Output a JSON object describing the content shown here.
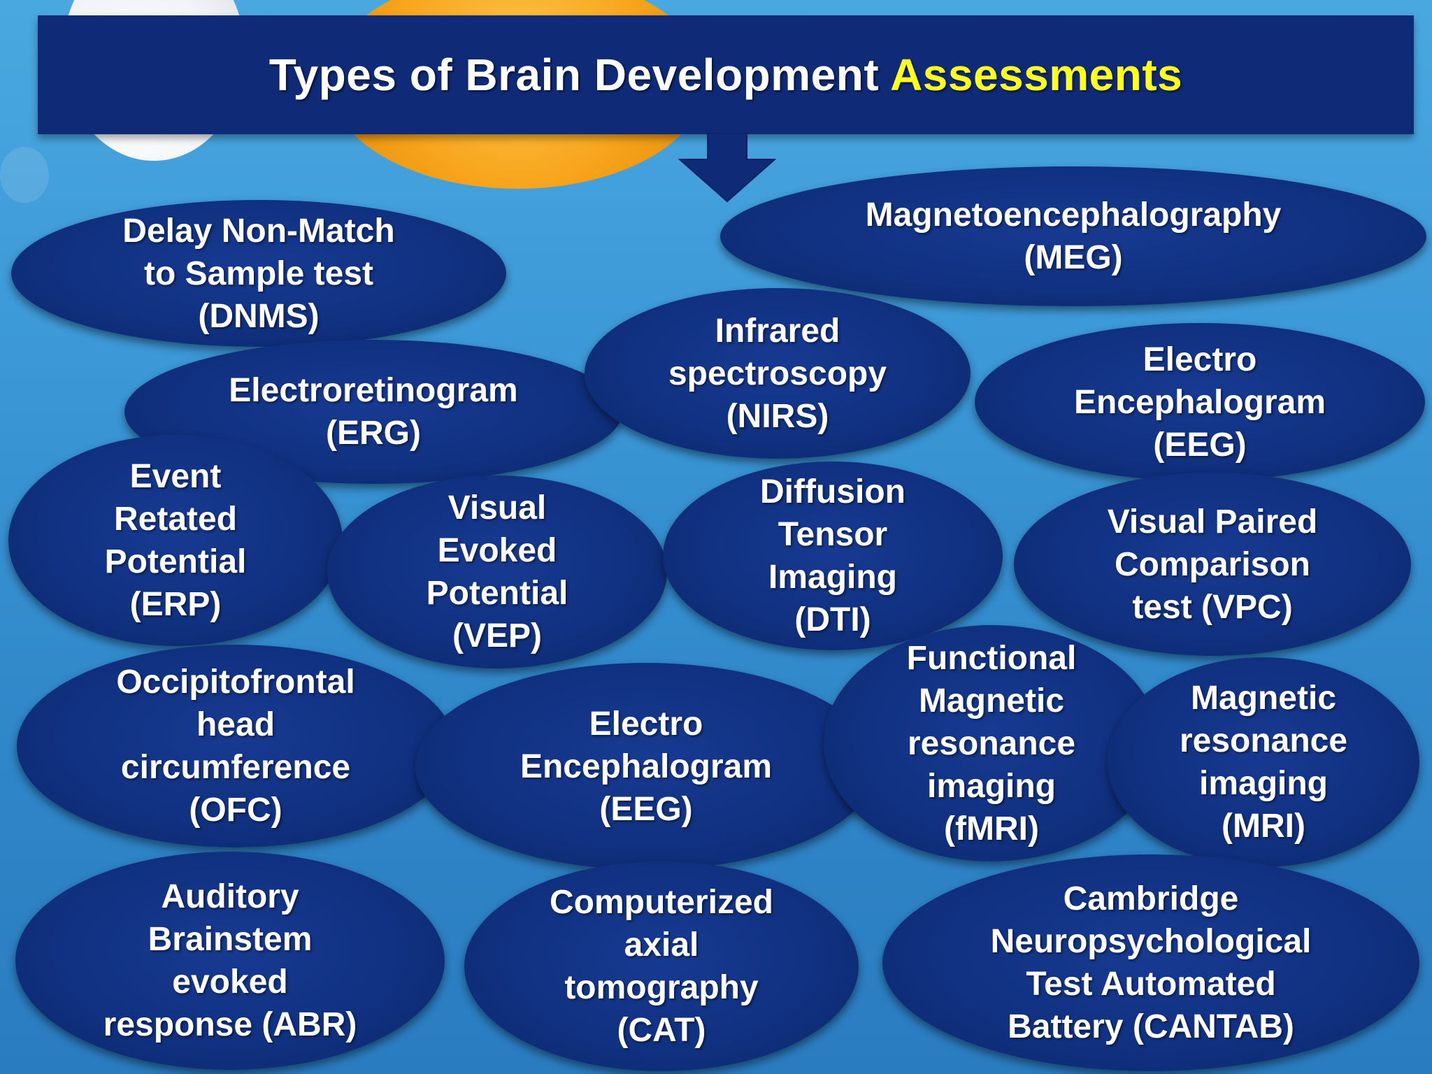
{
  "title": {
    "main": "Types of Brain Development",
    "accent": "Assessments"
  },
  "colors": {
    "background": "#3b97d6",
    "oval": "#10307f",
    "title_bar": "#0f2b78",
    "accent_text": "#ffff20",
    "text": "#ffffff"
  },
  "assessments": [
    {
      "id": "dnms",
      "label": "Delay Non-Match\nto Sample test\n(DNMS)"
    },
    {
      "id": "meg",
      "label": "Magnetoencephalography\n(MEG)"
    },
    {
      "id": "erg",
      "label": "Electroretinogram\n(ERG)"
    },
    {
      "id": "nirs",
      "label": "Infrared\nspectroscopy\n(NIRS)"
    },
    {
      "id": "eeg-1",
      "label": "Electro\nEncephalogram\n(EEG)"
    },
    {
      "id": "erp",
      "label": "Event\nRetated\nPotential\n(ERP)"
    },
    {
      "id": "vep",
      "label": "Visual\nEvoked\nPotential\n(VEP)"
    },
    {
      "id": "dti",
      "label": "Diffusion\nTensor\nImaging\n(DTI)"
    },
    {
      "id": "vpc",
      "label": "Visual Paired\nComparison\ntest (VPC)"
    },
    {
      "id": "ofc",
      "label": "Occipitofrontal\nhead\ncircumference\n(OFC)"
    },
    {
      "id": "eeg-2",
      "label": "Electro\nEncephalogram\n(EEG)"
    },
    {
      "id": "fmri",
      "label": "Functional\nMagnetic\nresonance\nimaging\n(fMRI)"
    },
    {
      "id": "mri",
      "label": "Magnetic\nresonance\nimaging\n(MRI)"
    },
    {
      "id": "abr",
      "label": "Auditory\nBrainstem\nevoked\nresponse (ABR)"
    },
    {
      "id": "cat",
      "label": "Computerized\naxial\ntomography\n(CAT)"
    },
    {
      "id": "cantab",
      "label": "Cambridge\nNeuropsychological\nTest Automated\nBattery (CANTAB)"
    }
  ]
}
